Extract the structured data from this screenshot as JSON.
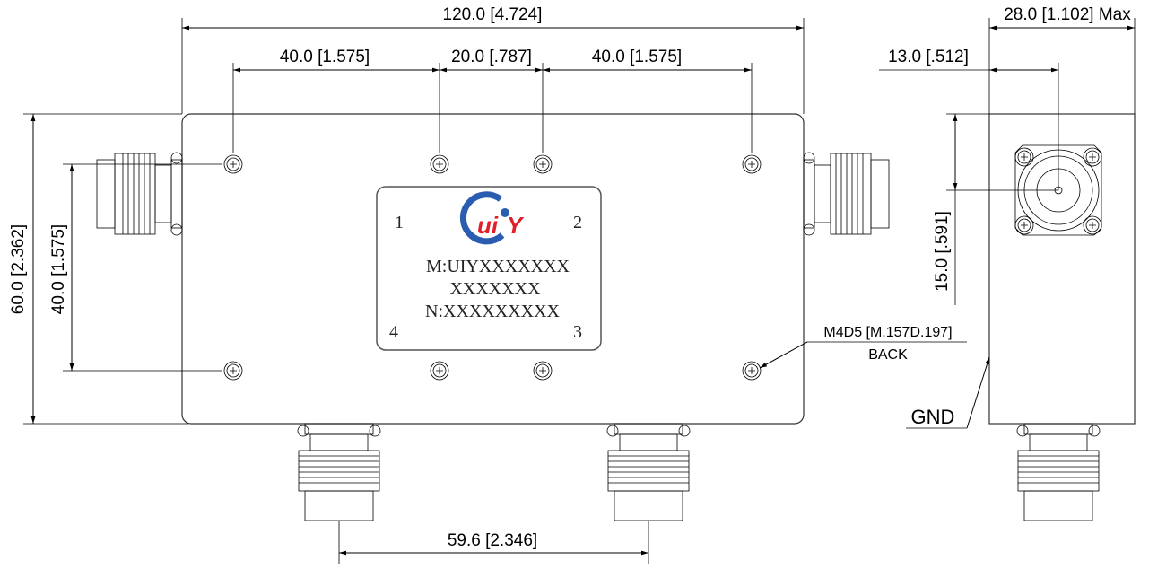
{
  "dimensions": {
    "overall_length": "120.0 [4.724]",
    "hole_spacing_left": "40.0 [1.575]",
    "hole_spacing_middle": "20.0 [.787]",
    "hole_spacing_right": "40.0 [1.575]",
    "overall_height": "60.0 [2.362]",
    "hole_spacing_vertical": "40.0 [1.575]",
    "bottom_connector_spacing": "59.6 [2.346]",
    "side_width": "28.0 [1.102] Max",
    "side_connector_offset_x": "13.0 [.512]",
    "side_connector_offset_y": "15.0 [.591]"
  },
  "notes": {
    "mount_hole": "M4D5 [M.157D.197]",
    "mount_hole_side": "BACK",
    "ground": "GND"
  },
  "label_plate": {
    "logo": "UIY",
    "port_1": "1",
    "port_2": "2",
    "port_3": "3",
    "port_4": "4",
    "model_line": "M:UIYXXXXXXX",
    "model_line_2": "XXXXXXX",
    "serial_line": "N:XXXXXXXXX"
  },
  "colors": {
    "logo_blue": "#2a5db0",
    "logo_red": "#e0202a"
  }
}
